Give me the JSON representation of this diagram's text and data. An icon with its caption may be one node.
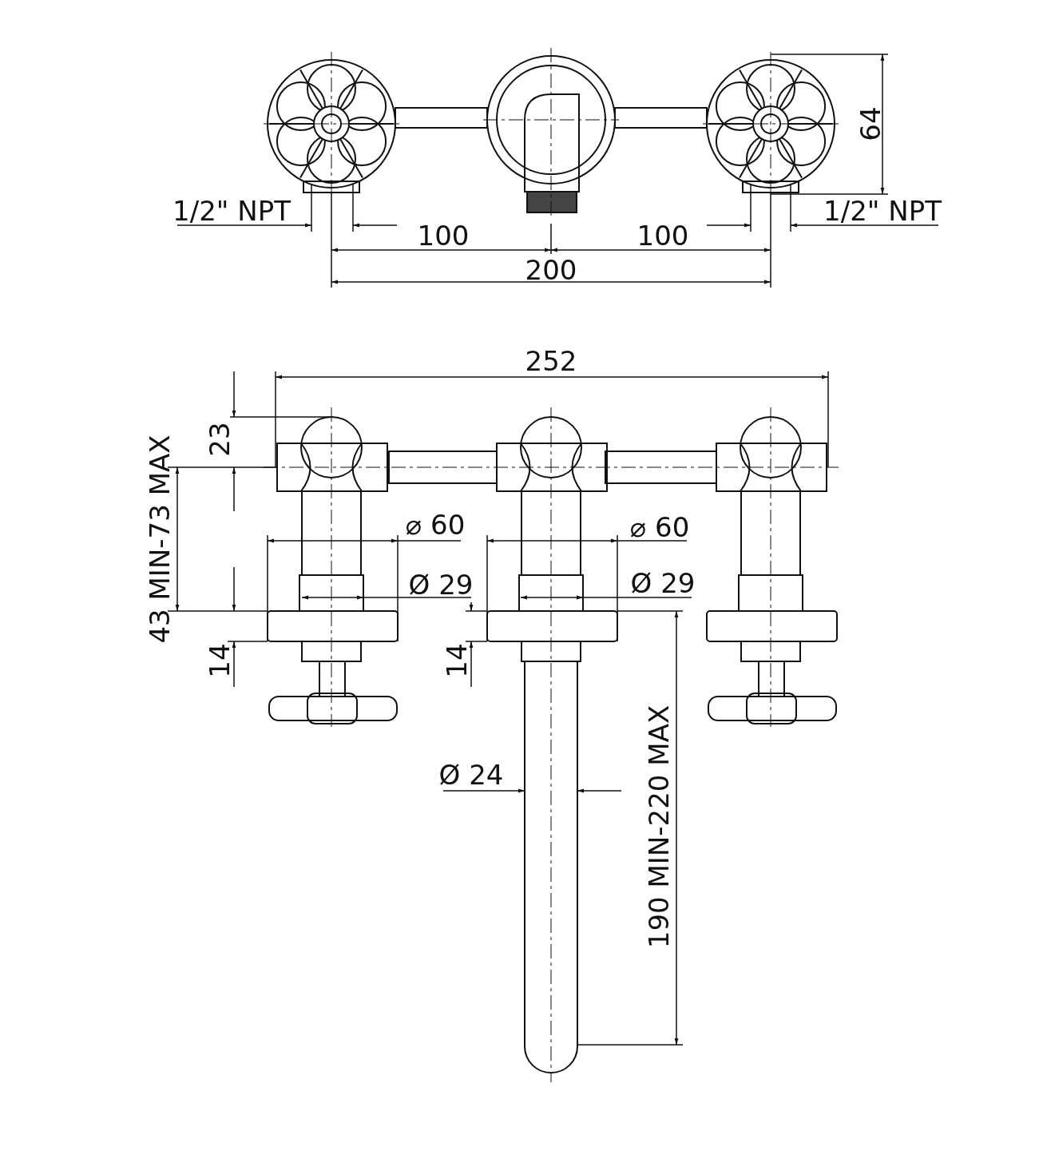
{
  "diagram": {
    "labels": [
      "64",
      "1/2\" NPT",
      "1/2\" NPT",
      "100",
      "100",
      "200",
      "252",
      "23",
      "43 MIN-73 MAX",
      "⌀ 60",
      "⌀ 60",
      "Ø 29",
      "Ø 29",
      "14",
      "14",
      "Ø 24",
      "190 MIN-220 MAX"
    ]
  }
}
